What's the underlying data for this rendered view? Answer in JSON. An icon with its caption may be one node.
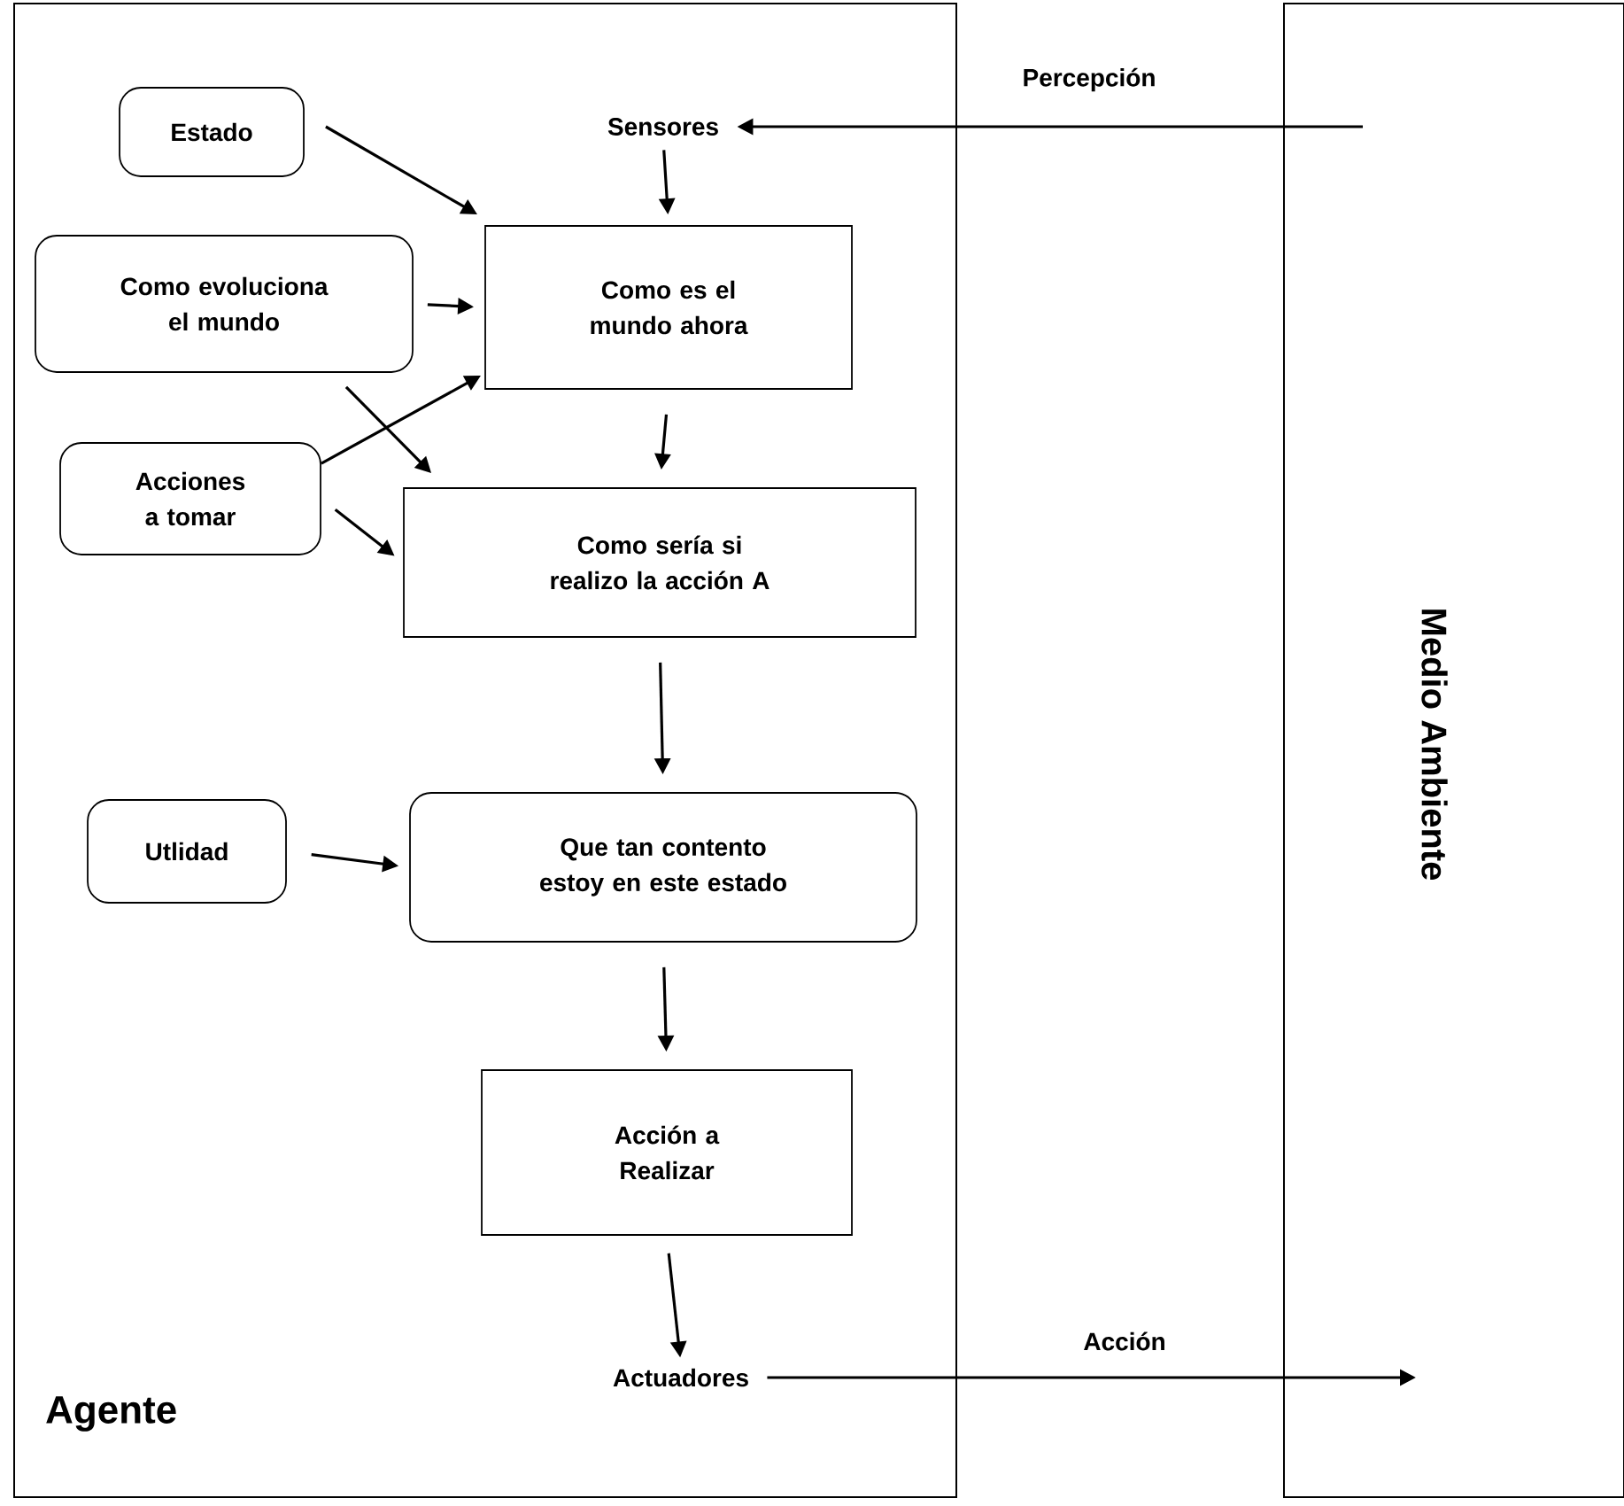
{
  "diagram": {
    "nodes": [
      {
        "text": [
          "Agente"
        ]
      },
      {
        "text": [
          "Medio Ambiente"
        ]
      },
      {
        "text": [
          "Sensores"
        ],
        "in": 0
      },
      {
        "text": [
          "Estado"
        ],
        "in": 0
      },
      {
        "text": [
          "Como evoluciona el mundo"
        ],
        "in": 0
      },
      {
        "text": [
          "Acciones a tomar"
        ],
        "in": 0
      },
      {
        "text": [
          "Como es el mundo ahora"
        ],
        "in": 0
      },
      {
        "text": [
          "Como sería si realizo la acción A"
        ],
        "in": 0
      },
      {
        "text": [
          "Utlidad"
        ],
        "in": 0
      },
      {
        "text": [
          "Que tan contento estoy en este estado"
        ],
        "in": 0
      },
      {
        "text": [
          "Acción a Realizar"
        ],
        "in": 0
      },
      {
        "text": [
          "Actuadores"
        ],
        "in": 0
      }
    ],
    "edges": [
      {
        "from": 1,
        "to": 2,
        "arrow": "to",
        "label": "Percepción"
      },
      {
        "from": 2,
        "to": 6,
        "arrow": "to"
      },
      {
        "from": 3,
        "to": 6,
        "arrow": "to"
      },
      {
        "from": 4,
        "to": 6,
        "arrow": "to"
      },
      {
        "from": 5,
        "to": 6,
        "arrow": "to"
      },
      {
        "from": 4,
        "to": 7,
        "arrow": "to"
      },
      {
        "from": 5,
        "to": 7,
        "arrow": "to"
      },
      {
        "from": 6,
        "to": 7,
        "arrow": "to"
      },
      {
        "from": 7,
        "to": 9,
        "arrow": "to"
      },
      {
        "from": 8,
        "to": 9,
        "arrow": "to"
      },
      {
        "from": 9,
        "to": 10,
        "arrow": "to"
      },
      {
        "from": 10,
        "to": 11,
        "arrow": "to"
      },
      {
        "from": 11,
        "to": 1,
        "arrow": "to",
        "label": "Acción"
      }
    ]
  }
}
